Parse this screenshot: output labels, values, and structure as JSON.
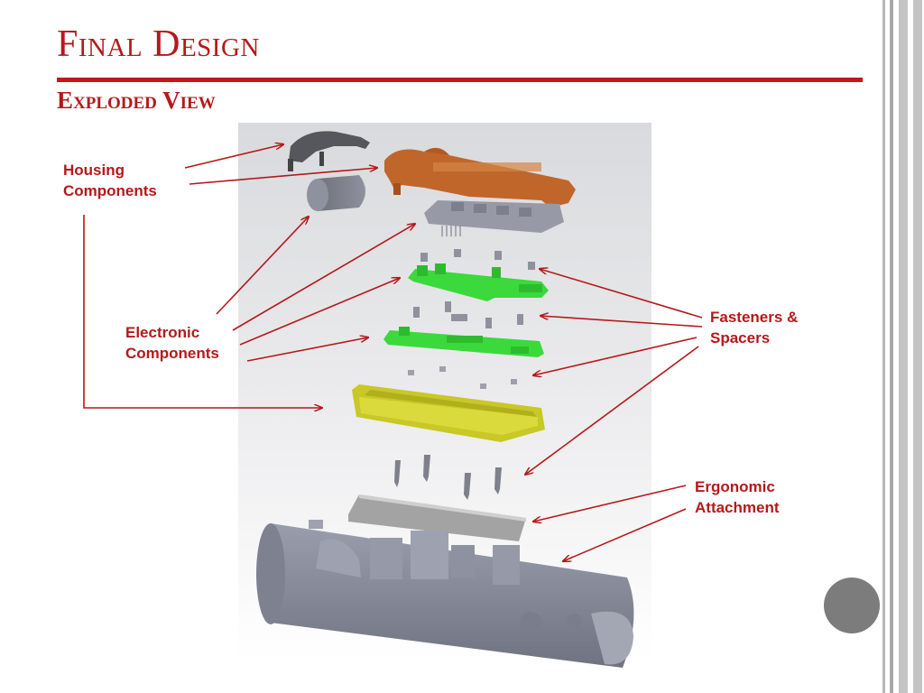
{
  "slide": {
    "title": "Final Design",
    "subtitle": "Exploded View"
  },
  "labels": {
    "housing": [
      "Housing",
      "Components"
    ],
    "electronic": [
      "Electronic",
      "Components"
    ],
    "fasteners": [
      "Fasteners &",
      "Spacers"
    ],
    "ergonomic": [
      "Ergonomic",
      "Attachment"
    ]
  },
  "colors": {
    "accent": "#b5191b",
    "housing_top_cap": "#55575d",
    "housing_frame": "#c0662b",
    "battery": "#8e919e",
    "connector": "#9799a7",
    "pcb": "#3bd93b",
    "tray": "#c8c826",
    "ergonomic_block": "#a3a3a3",
    "handle_tube": "#868a98",
    "nav_button": "#7c7c7c"
  }
}
